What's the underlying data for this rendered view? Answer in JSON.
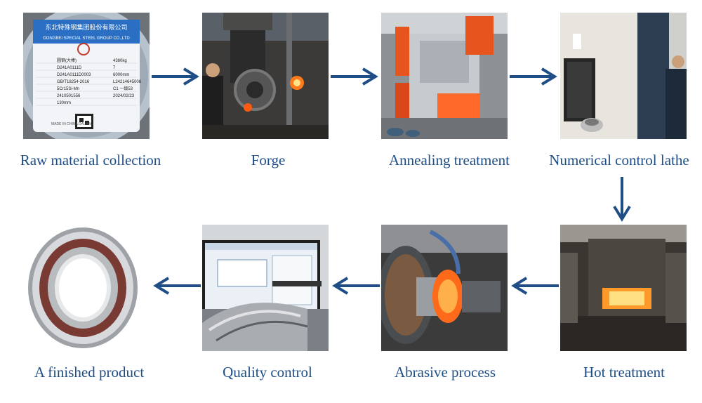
{
  "steps": [
    {
      "label": "Raw material collection",
      "icon": "steel-bar-label-photo"
    },
    {
      "label": "Forge",
      "icon": "forging-press-photo"
    },
    {
      "label": "Annealing treatment",
      "icon": "annealing-furnace-photo"
    },
    {
      "label": "Numerical control lathe",
      "icon": "cnc-lathe-photo"
    },
    {
      "label": "Hot treatment",
      "icon": "heat-furnace-photo"
    },
    {
      "label": "Abrasive process",
      "icon": "grinding-machine-photo"
    },
    {
      "label": "Quality control",
      "icon": "inspection-monitor-photo"
    },
    {
      "label": "A finished product",
      "icon": "bearing-photo"
    }
  ],
  "label_sheet": {
    "line1": "东北特殊钢集团股份有限公司",
    "line2": "DONGBEI SPECIAL STEEL GROUP CO.,LTD",
    "rows": [
      [
        "圆钢(大棒)",
        "4380kg"
      ],
      [
        "D241A0111D",
        "7"
      ],
      [
        "D241A0111D0003",
        "6000mm"
      ],
      [
        "GB/T18254-2016",
        "L24214645006"
      ],
      [
        "5Cr15Si-Mn",
        "C1 一级53"
      ],
      [
        "2410501556",
        "2024/02/23"
      ],
      [
        "130mm",
        ""
      ]
    ],
    "footer": "MADE IN CHINA DALIAN"
  },
  "colors": {
    "arrow": "#1f4e87",
    "caption": "#1f4e87"
  }
}
